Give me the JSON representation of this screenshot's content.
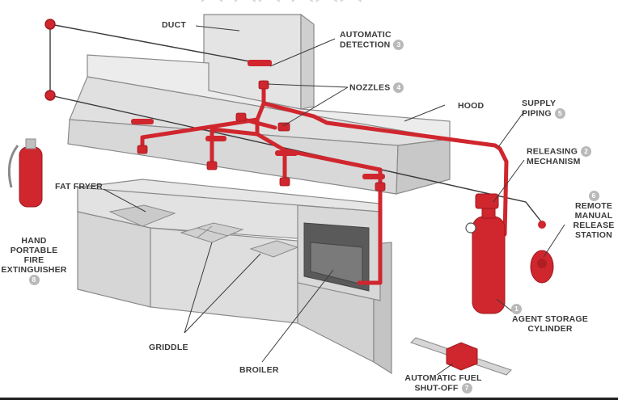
{
  "labels": {
    "duct": "DUCT",
    "automatic_detection_line1": "AUTOMATIC",
    "automatic_detection_line2": "DETECTION",
    "automatic_detection_num": "3",
    "nozzles": "NOZZLES",
    "nozzles_num": "4",
    "hood": "HOOD",
    "supply_piping_line1": "SUPPLY",
    "supply_piping_line2": "PIPING",
    "supply_piping_num": "5",
    "releasing_mechanism_line1": "RELEASING",
    "releasing_mechanism_line2": "MECHANISM",
    "releasing_mechanism_num": "2",
    "remote_num": "6",
    "remote_line1": "REMOTE",
    "remote_line2": "MANUAL",
    "remote_line3": "RELEASE",
    "remote_line4": "STATION",
    "fat_fryer": "FAT FRYER",
    "hand_line1": "HAND",
    "hand_line2": "PORTABLE",
    "hand_line3": "FIRE",
    "hand_line4": "EXTINGUISHER",
    "hand_num": "8",
    "agent_num": "1",
    "agent_line1": "AGENT STORAGE",
    "agent_line2": "CYLINDER",
    "griddle": "GRIDDLE",
    "broiler": "BROILER",
    "fuel_line1": "AUTOMATIC FUEL",
    "fuel_line2": "SHUT-OFF",
    "fuel_num": "7"
  },
  "colors": {
    "pipe_red": "#d0262e",
    "equipment_grey": "#dcdcdc",
    "outline": "#8a8a8a",
    "text": "#3a3a3a",
    "badge": "#b9b9b9"
  }
}
